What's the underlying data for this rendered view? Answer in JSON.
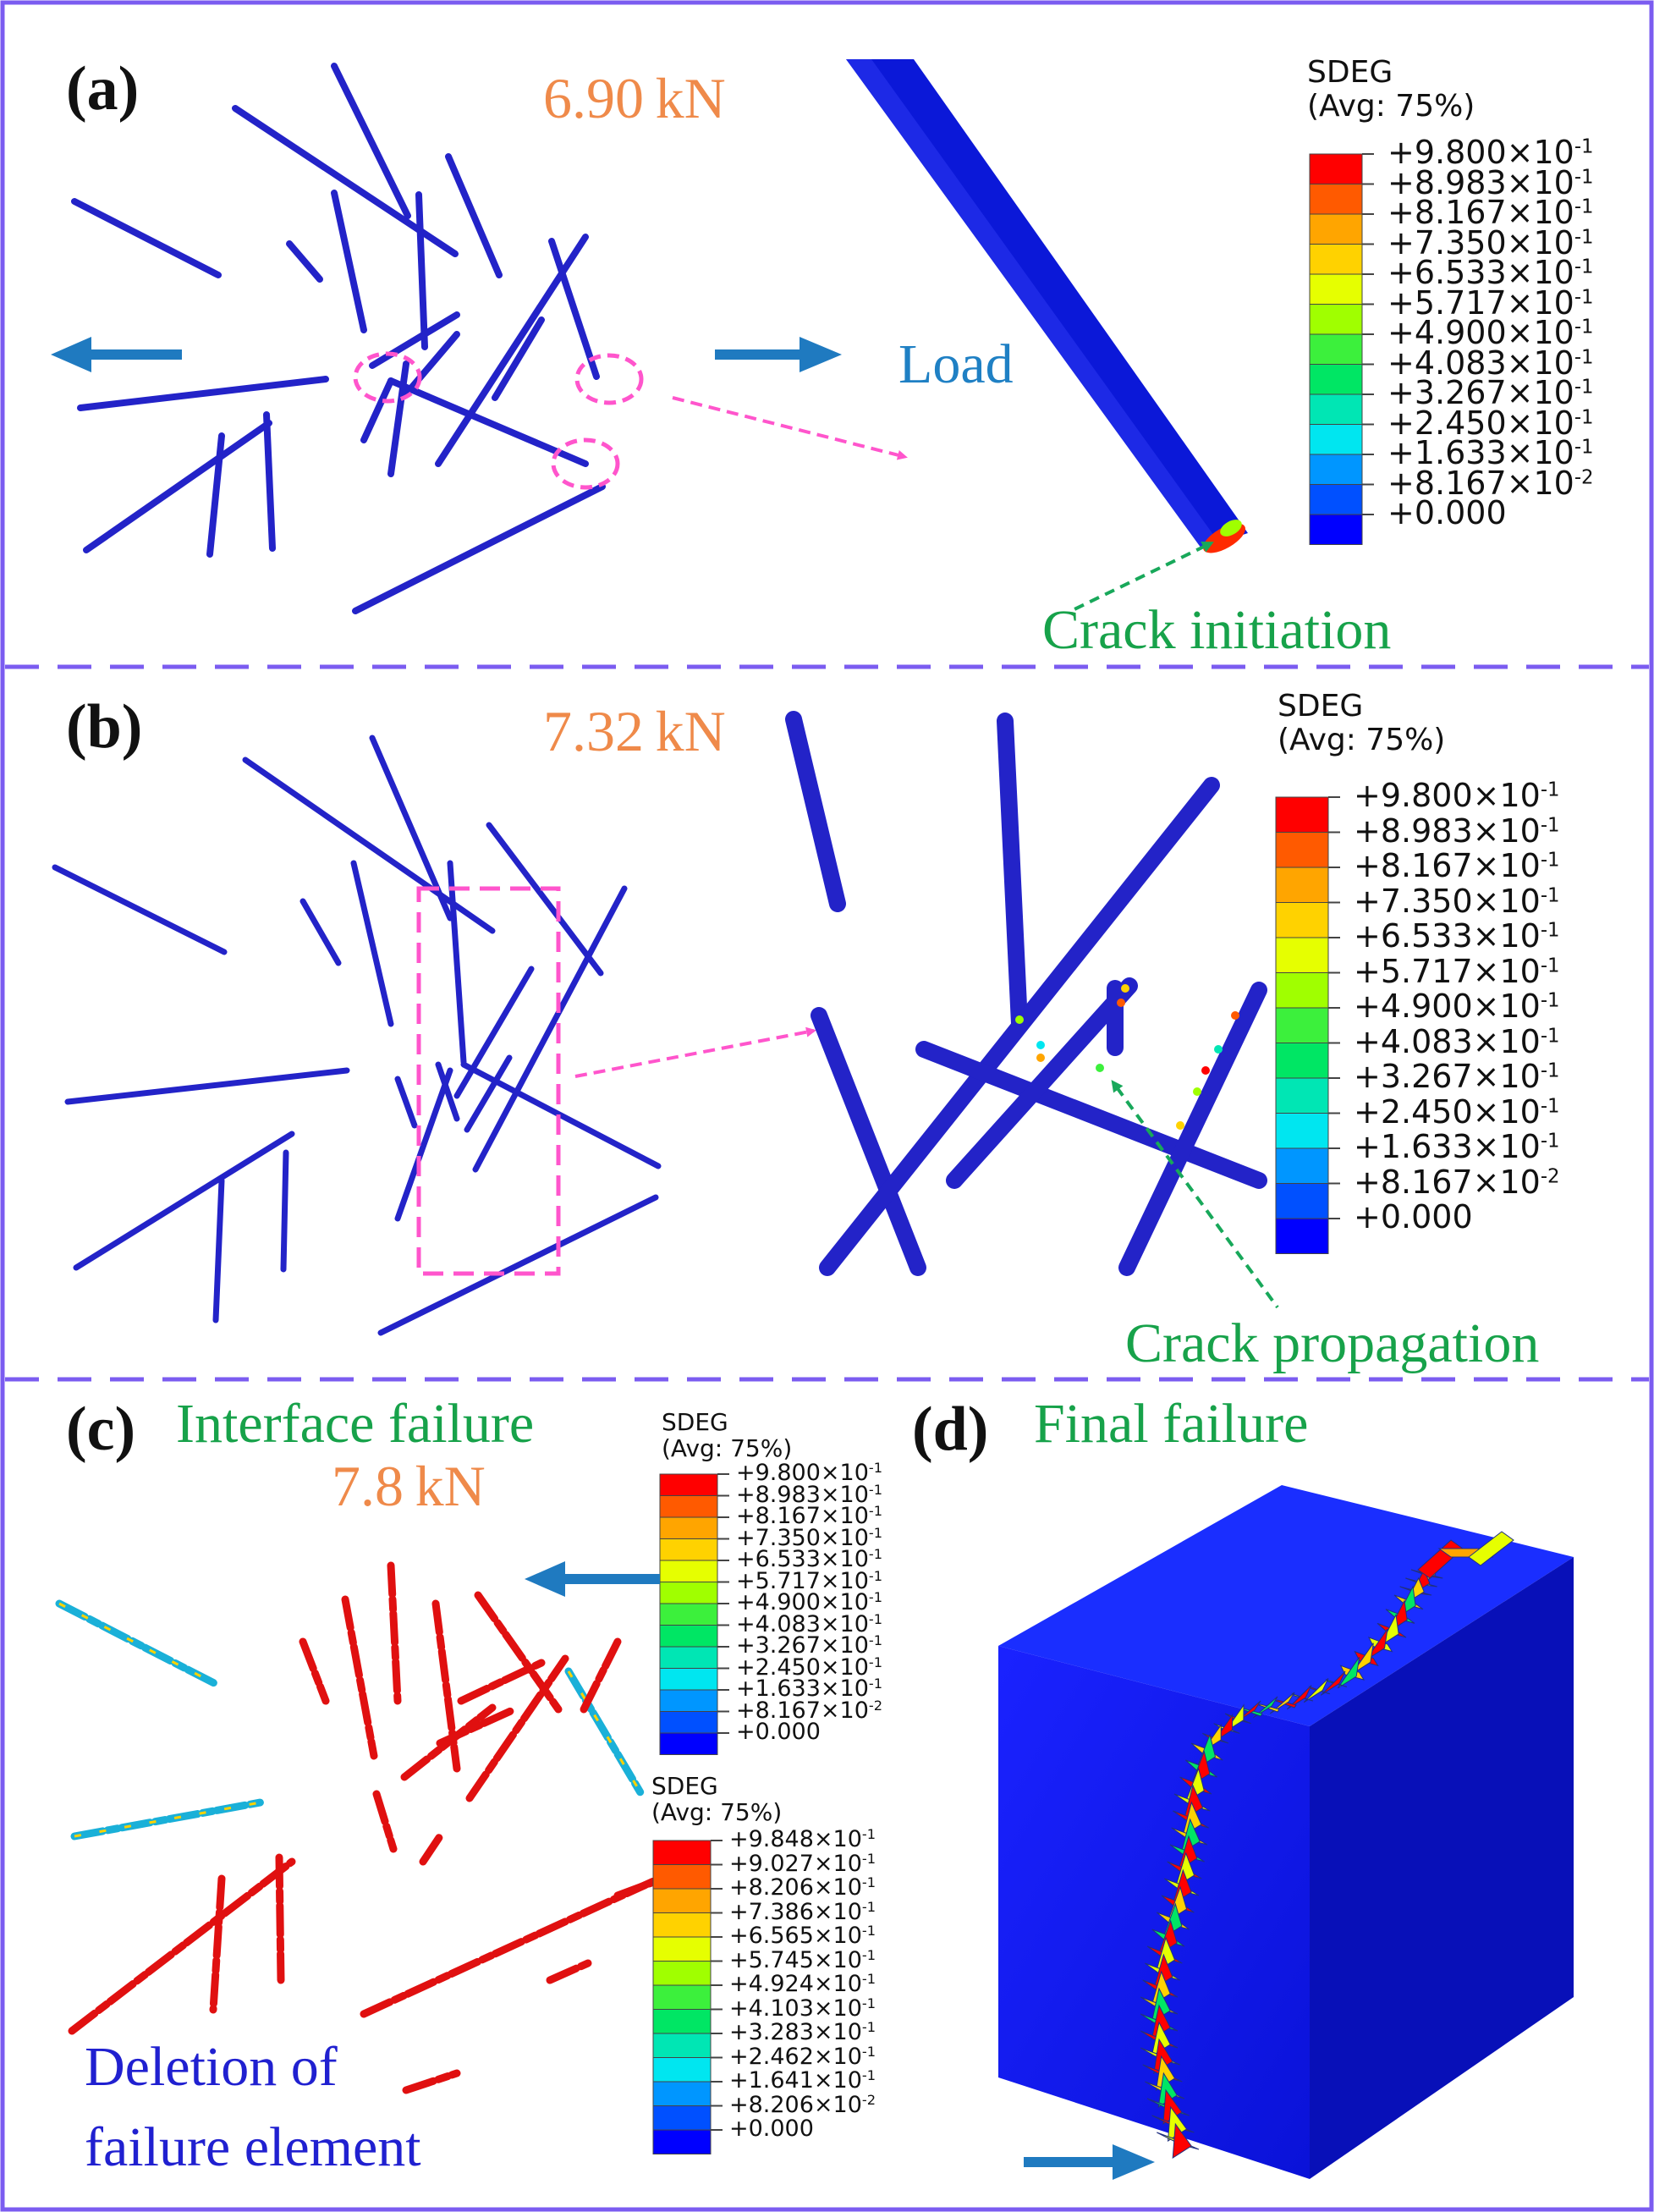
{
  "panels": {
    "a": {
      "letter": "(a)",
      "load": "6.90 kN",
      "load_label": "Load",
      "crack_label": "Crack initiation"
    },
    "b": {
      "letter": "(b)",
      "load": "7.32 kN",
      "crack_label": "Crack propagation"
    },
    "c": {
      "letter": "(c)",
      "title": "Interface failure",
      "load": "7.8 kN",
      "deletion_line1": "Deletion of",
      "deletion_line2": "failure element"
    },
    "d": {
      "letter": "(d)",
      "title": "Final failure"
    }
  },
  "legends": {
    "standard": {
      "title_line1": "SDEG",
      "title_line2": "(Avg: 75%)",
      "values": [
        "+9.800×10",
        "+8.983×10",
        "+8.167×10",
        "+7.350×10",
        "+6.533×10",
        "+5.717×10",
        "+4.900×10",
        "+4.083×10",
        "+3.267×10",
        "+2.450×10",
        "+1.633×10",
        "+8.167×10",
        "+0.000"
      ],
      "exponents": [
        "-1",
        "-1",
        "-1",
        "-1",
        "-1",
        "-1",
        "-1",
        "-1",
        "-1",
        "-1",
        "-1",
        "-2",
        ""
      ]
    },
    "deletion": {
      "title_line1": "SDEG",
      "title_line2": "(Avg: 75%)",
      "values": [
        "+9.848×10",
        "+9.027×10",
        "+8.206×10",
        "+7.386×10",
        "+6.565×10",
        "+5.745×10",
        "+4.924×10",
        "+4.103×10",
        "+3.283×10",
        "+2.462×10",
        "+1.641×10",
        "+8.206×10",
        "+0.000"
      ],
      "exponents": [
        "-1",
        "-1",
        "-1",
        "-1",
        "-1",
        "-1",
        "-1",
        "-1",
        "-1",
        "-1",
        "-1",
        "-2",
        ""
      ]
    },
    "colors": [
      "#ff0000",
      "#ff5a00",
      "#ffa500",
      "#ffd200",
      "#e6ff00",
      "#a0ff00",
      "#3cf03c",
      "#00e664",
      "#00e6b4",
      "#00e6f0",
      "#0096ff",
      "#0050ff",
      "#0000ff"
    ]
  },
  "colors": {
    "frame": "#7b5cf0",
    "fiber": "#2323c8",
    "arrow": "#1f7ac0",
    "magenta": "#ff55cc",
    "green_arrow": "#18a85a"
  }
}
